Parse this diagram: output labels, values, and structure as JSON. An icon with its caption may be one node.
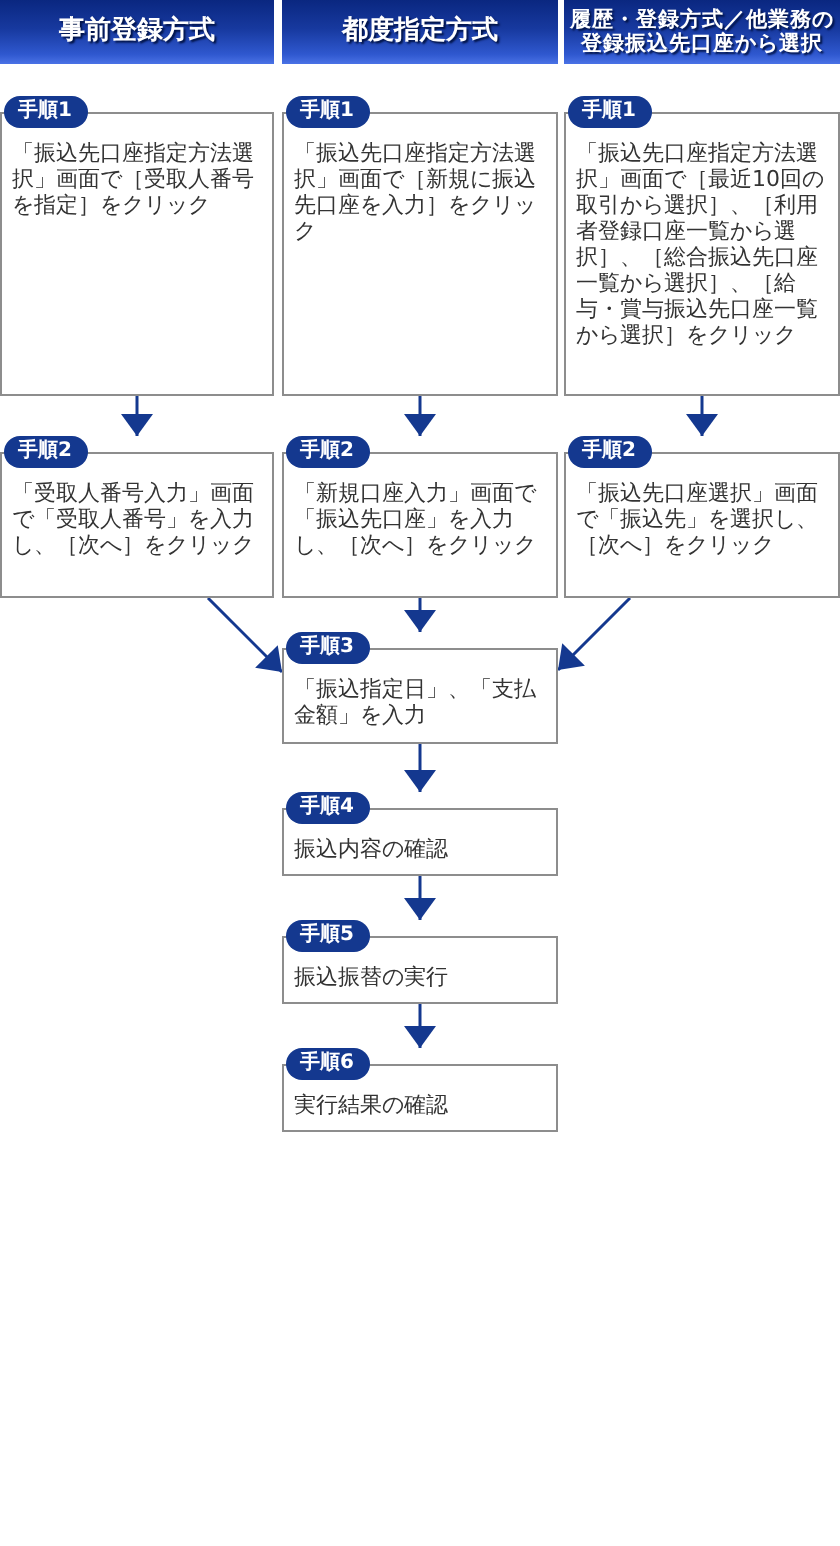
{
  "diagram": {
    "nodes": [
      {
        "text": [
          "事前登録方式"
        ]
      },
      {
        "text": [
          "都度指定方式"
        ]
      },
      {
        "text": [
          "履歴・登録方式／他業務の登録振込先口座から選択"
        ]
      },
      {
        "text": [
          "手順1",
          "「振込先口座指定方法選択」画面で［受取人番号を指定］をクリック"
        ]
      },
      {
        "text": [
          "手順1",
          "「振込先口座指定方法選択」画面で［新規に振込先口座を入力］をクリック"
        ]
      },
      {
        "text": [
          "手順1",
          "「振込先口座指定方法選択」画面で［最近10回の取引から選択］、［利用者登録口座一覧から選択］、［総合振込先口座一覧から選択］、［給与・賞与振込先口座一覧から選択］をクリック"
        ]
      },
      {
        "text": [
          "手順2",
          "「受取人番号入力」画面で「受取人番号」を入力し、［次へ］をクリック"
        ]
      },
      {
        "text": [
          "手順2",
          "「新規口座入力」画面で「振込先口座」を入力し、［次へ］をクリック"
        ]
      },
      {
        "text": [
          "手順2",
          "「振込先口座選択」画面で「振込先」を選択し、［次へ］をクリック"
        ]
      },
      {
        "text": [
          "手順3",
          "「振込指定日」、「支払金額」を入力"
        ]
      },
      {
        "text": [
          "手順4",
          "振込内容の確認"
        ]
      },
      {
        "text": [
          "手順5",
          "振込振替の実行"
        ]
      },
      {
        "text": [
          "手順6",
          "実行結果の確認"
        ]
      }
    ],
    "edges": [
      {
        "from": 3,
        "to": 6,
        "arrow": "to"
      },
      {
        "from": 4,
        "to": 7,
        "arrow": "to"
      },
      {
        "from": 5,
        "to": 8,
        "arrow": "to"
      },
      {
        "from": 6,
        "to": 9,
        "arrow": "to"
      },
      {
        "from": 7,
        "to": 9,
        "arrow": "to"
      },
      {
        "from": 8,
        "to": 9,
        "arrow": "to"
      },
      {
        "from": 9,
        "to": 10,
        "arrow": "to"
      },
      {
        "from": 10,
        "to": 11,
        "arrow": "to"
      },
      {
        "from": 11,
        "to": 12,
        "arrow": "to"
      }
    ]
  }
}
